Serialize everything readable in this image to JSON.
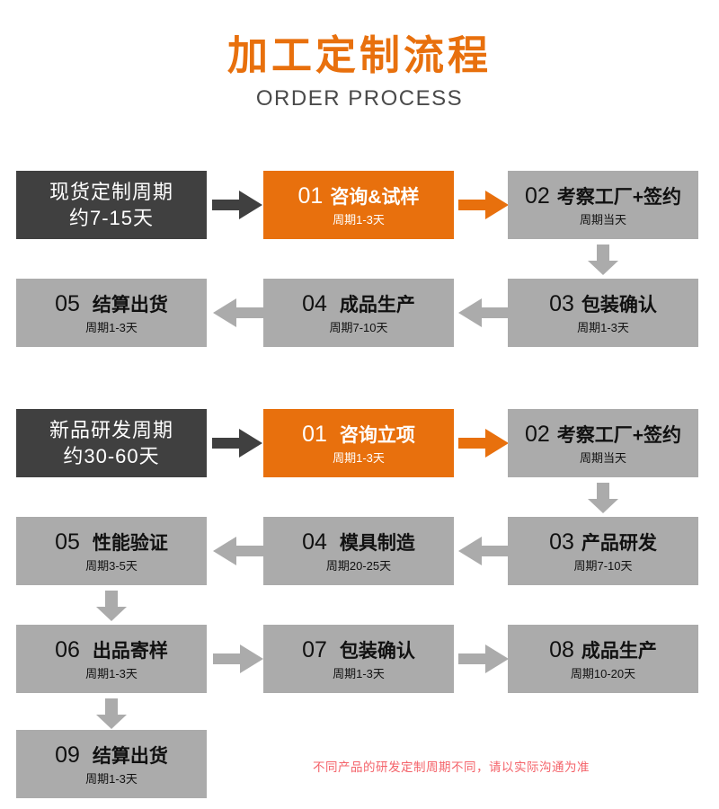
{
  "header": {
    "title_cn": "加工定制流程",
    "title_en": "ORDER PROCESS"
  },
  "colors": {
    "accent_orange": "#E8700D",
    "box_gray": "#ABABAB",
    "box_dark": "#404040",
    "arrow_gray": "#ABABAB",
    "arrow_dark": "#404040",
    "note_red": "#F4636A"
  },
  "flow_stock": {
    "intro": {
      "line1": "现货定制周期",
      "line2": "约7-15天"
    },
    "steps": [
      {
        "num": "01",
        "title": "咨询&试样",
        "sub": "周期1-3天"
      },
      {
        "num": "02",
        "title": "考察工厂+签约",
        "sub": "周期当天"
      },
      {
        "num": "03",
        "title": "包装确认",
        "sub": "周期1-3天"
      },
      {
        "num": "04",
        "title": "成品生产",
        "sub": "周期7-10天"
      },
      {
        "num": "05",
        "title": "结算出货",
        "sub": "周期1-3天"
      }
    ]
  },
  "flow_rnd": {
    "intro": {
      "line1": "新品研发周期",
      "line2": "约30-60天"
    },
    "steps": [
      {
        "num": "01",
        "title": "咨询立项",
        "sub": "周期1-3天"
      },
      {
        "num": "02",
        "title": "考察工厂+签约",
        "sub": "周期当天"
      },
      {
        "num": "03",
        "title": "产品研发",
        "sub": "周期7-10天"
      },
      {
        "num": "04",
        "title": "模具制造",
        "sub": "周期20-25天"
      },
      {
        "num": "05",
        "title": "性能验证",
        "sub": "周期3-5天"
      },
      {
        "num": "06",
        "title": "出品寄样",
        "sub": "周期1-3天"
      },
      {
        "num": "07",
        "title": "包装确认",
        "sub": "周期1-3天"
      },
      {
        "num": "08",
        "title": "成品生产",
        "sub": "周期10-20天"
      },
      {
        "num": "09",
        "title": "结算出货",
        "sub": "周期1-3天"
      }
    ]
  },
  "note": "不同产品的研发定制周期不同，请以实际沟通为准"
}
